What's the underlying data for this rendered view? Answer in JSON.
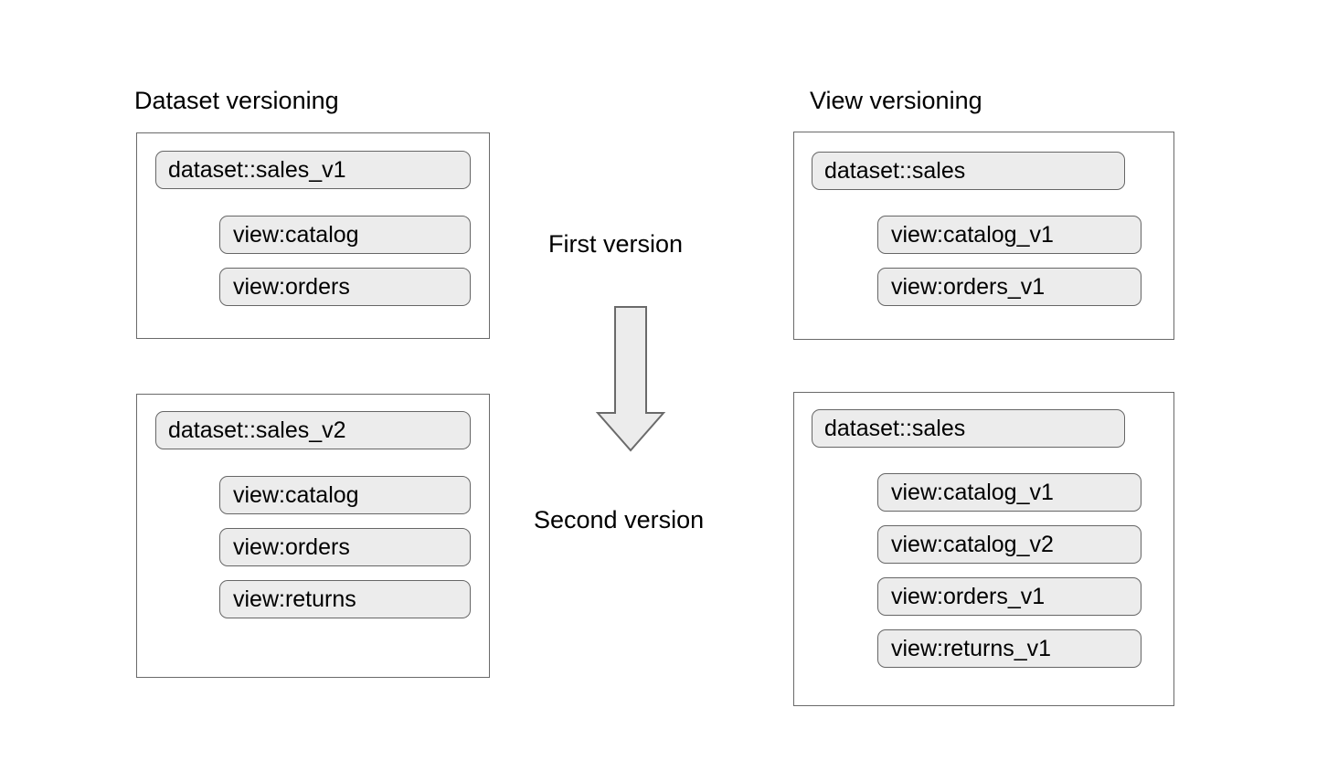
{
  "diagram": {
    "title_left": "Dataset versioning",
    "title_right": "View versioning",
    "center": {
      "first_label": "First version",
      "second_label": "Second version",
      "arrow_icon": "down-arrow-icon",
      "arrow_direction": "down"
    },
    "colors": {
      "node_fill": "#ececec",
      "node_border": "#666666",
      "container_border": "#6a6a6a",
      "arrow_fill": "#ececec",
      "arrow_stroke": "#666666",
      "background": "#ffffff",
      "text": "#000000"
    },
    "columns": [
      {
        "name": "dataset-versioning",
        "title": "Dataset versioning",
        "groups": [
          {
            "name": "dataset-versioning-first-version",
            "version_label": "First version",
            "dataset": "dataset::sales_v1",
            "views": [
              "view:catalog",
              "view:orders"
            ]
          },
          {
            "name": "dataset-versioning-second-version",
            "version_label": "Second version",
            "dataset": "dataset::sales_v2",
            "views": [
              "view:catalog",
              "view:orders",
              "view:returns"
            ]
          }
        ]
      },
      {
        "name": "view-versioning",
        "title": "View versioning",
        "groups": [
          {
            "name": "view-versioning-first-version",
            "version_label": "First version",
            "dataset": "dataset::sales",
            "views": [
              "view:catalog_v1",
              "view:orders_v1"
            ]
          },
          {
            "name": "view-versioning-second-version",
            "version_label": "Second version",
            "dataset": "dataset::sales",
            "views": [
              "view:catalog_v1",
              "view:catalog_v2",
              "view:orders_v1",
              "view:returns_v1"
            ]
          }
        ]
      }
    ]
  }
}
